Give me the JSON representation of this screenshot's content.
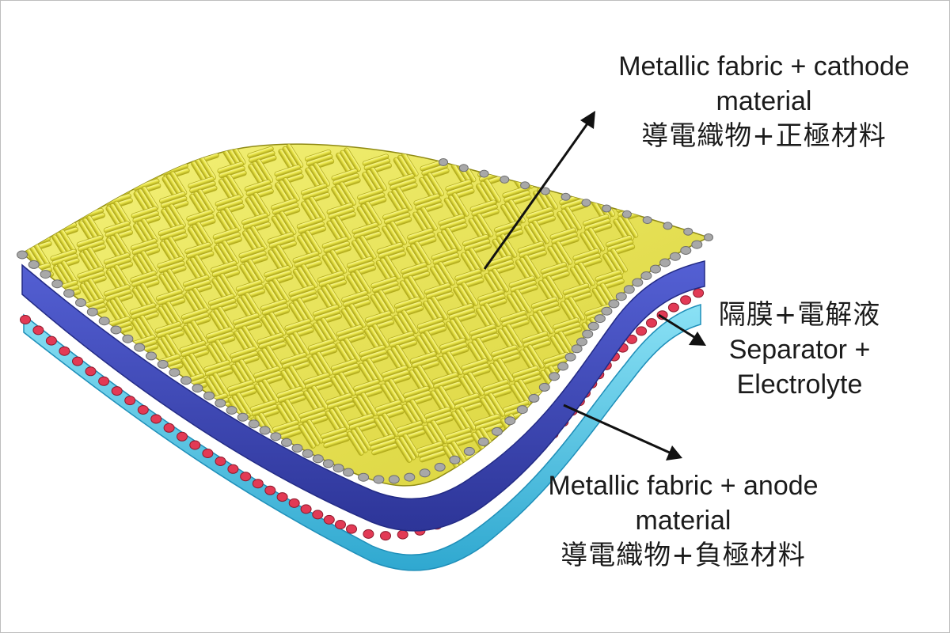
{
  "labels": {
    "cathode": {
      "line1": "Metallic fabric + cathode",
      "line2": "material",
      "line3": "導電織物+正極材料"
    },
    "separator": {
      "line1": "隔膜+電解液",
      "line2": "Separator +",
      "line3": "Electrolyte"
    },
    "anode": {
      "line1": "Metallic fabric + anode",
      "line2": "material",
      "line3": "導電織物+負極材料"
    }
  },
  "colors": {
    "cathode_fabric": "#ece94a",
    "cathode_fabric_shadow": "#b3ad1c",
    "metal_fiber_end": "#a8a8a8",
    "separator": "#3e48b7",
    "separator_edge": "#2a3295",
    "anode_fabric": "#4fc4e6",
    "anode_fiber_end": "#e23a55",
    "arrow": "#111111"
  }
}
